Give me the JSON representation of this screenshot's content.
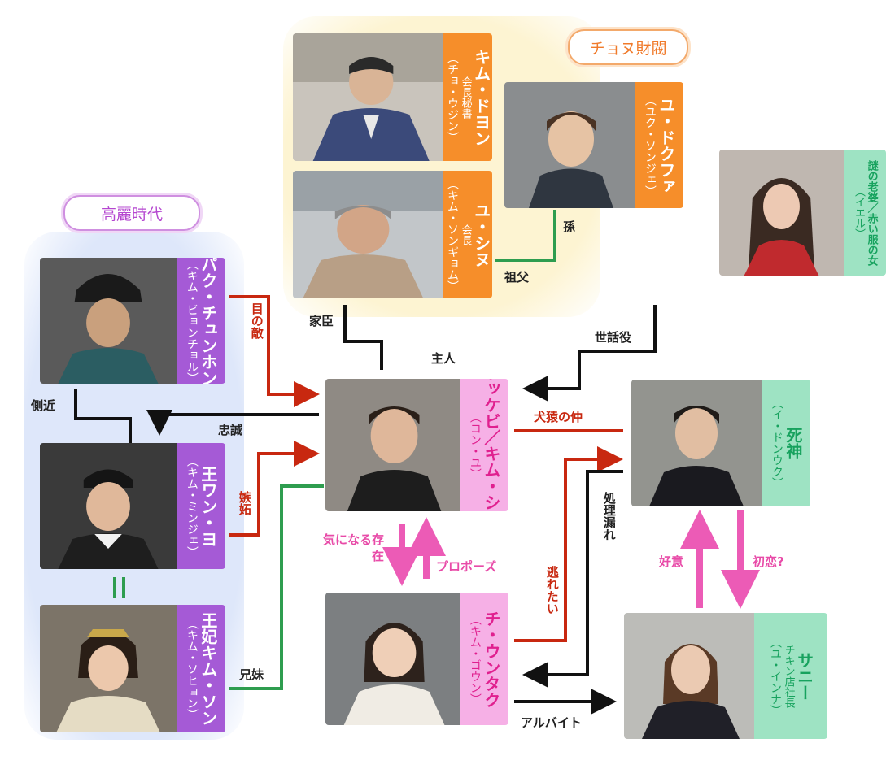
{
  "banners": {
    "chaebol": "チョヌ財閥",
    "goryeo": "高麗時代"
  },
  "characters": {
    "kim_dohyun": {
      "name": "キム・ドヨン",
      "role": "会長秘書",
      "actor": "（チョ・ウジン）"
    },
    "yu_deokhwa": {
      "name": "ユ・ドクファ",
      "actor": "（ユク・ソンジェ）"
    },
    "yu_sinu": {
      "name": "ユ・シヌ",
      "role": "会長",
      "actor": "（キム・ソンギョム）"
    },
    "mystery_woman": {
      "name": "謎の老婆／赤い服の女",
      "actor": "（イエル）"
    },
    "park_junghun": {
      "name": "パク・チュンホン",
      "actor": "（キム・ビョンチョル）"
    },
    "wang_yeo": {
      "name": "王ワン・ヨ",
      "actor": "（キム・ミンジェ）"
    },
    "kim_sun": {
      "name": "王妃キム・ソン",
      "actor": "（キム・ソヒョン）"
    },
    "goblin": {
      "name": "トッケビ／キム・シン",
      "actor": "（コン・ユ）"
    },
    "ji_euntak": {
      "name": "チ・ウンタク",
      "actor": "（キム・ゴウン）"
    },
    "grim_reaper": {
      "name": "死神",
      "actor": "（イ・ドンウク）"
    },
    "sunny": {
      "name": "サニー",
      "role": "チキン店社長",
      "actor": "（ユ・インナ）"
    }
  },
  "relations": {
    "grandson": "孫",
    "grandfather": "祖父",
    "retainer": "家臣",
    "master": "主人",
    "caretaker": "世話役",
    "enemy": "目の敵",
    "aide": "側近",
    "loyalty": "忠誠",
    "jealousy": "嫉妬",
    "siblings": "兄妹",
    "equal": "＝",
    "rivals": "犬猿の仲",
    "curious": "気になる存在",
    "proposal": "プロポーズ",
    "want_escape": "逃れたい",
    "oversight": "処理漏れ",
    "parttime": "アルバイト",
    "affection": "好意",
    "first_love": "初恋?"
  },
  "colors": {
    "purple": "#a55ad6",
    "orange": "#f68e2a",
    "pink": "#f6b0e6",
    "mint": "#9ee3c3",
    "red_line": "#c82810",
    "green_line": "#2e9d4f",
    "pink_arrow": "#ec5bb6",
    "black_line": "#111111"
  }
}
